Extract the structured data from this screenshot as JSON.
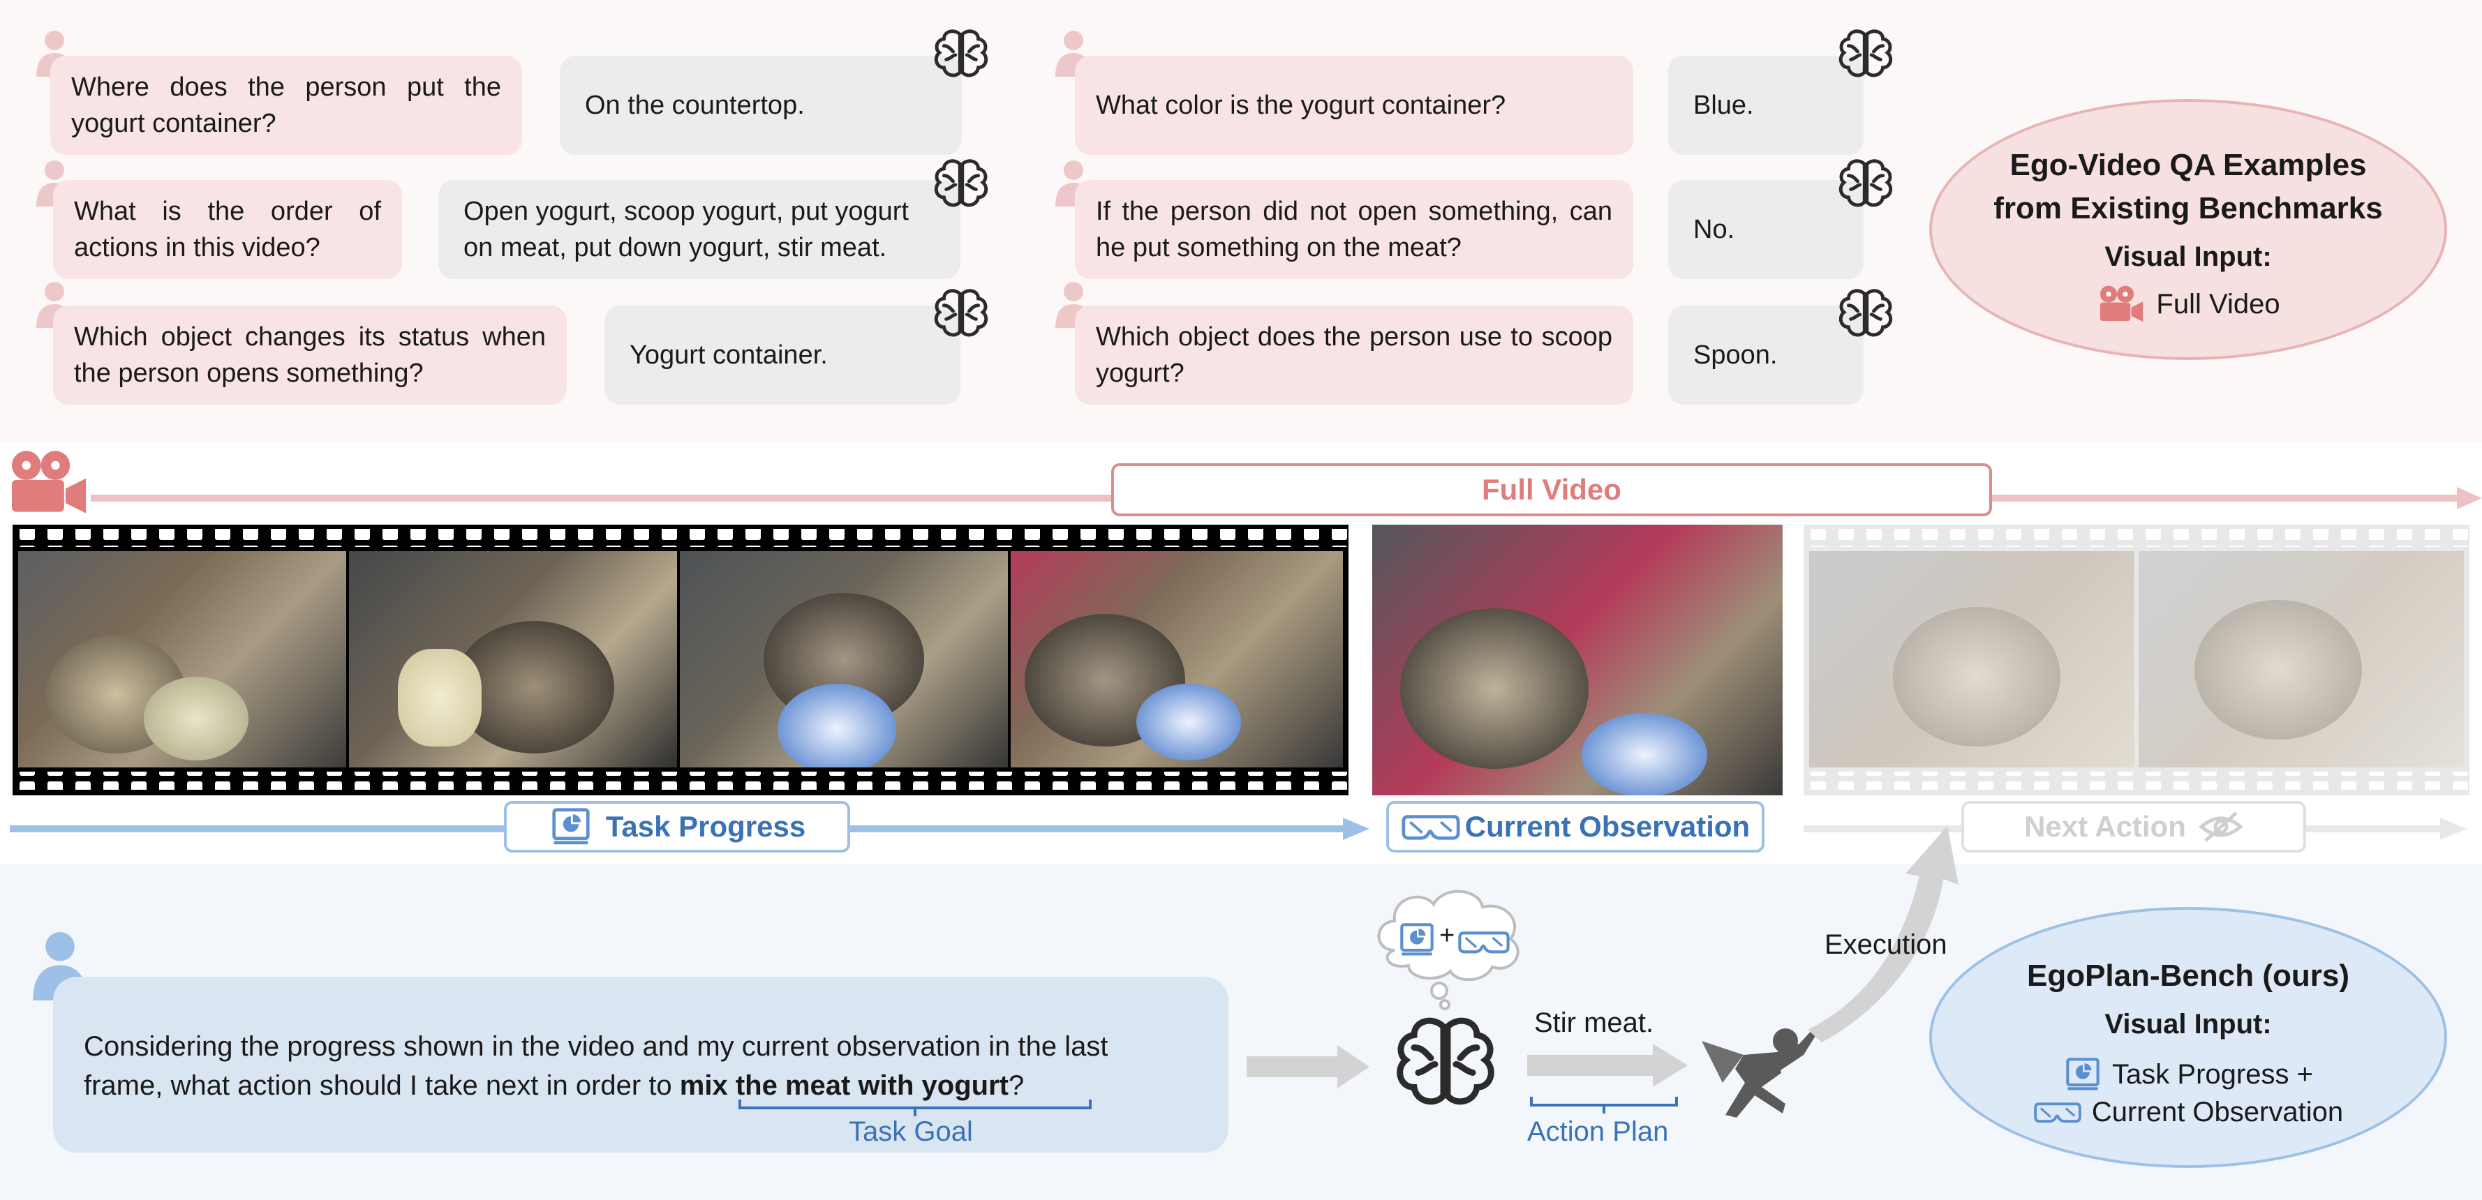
{
  "top_qa": {
    "left": [
      {
        "question": "Where does the person put the yogurt container?",
        "answer": "On the countertop."
      },
      {
        "question": "What is the order of actions in this video?",
        "answer": "Open yogurt, scoop yogurt, put yogurt on meat, put down yogurt, stir meat."
      },
      {
        "question": "Which object changes its status when the person opens something?",
        "answer": "Yogurt container."
      }
    ],
    "right": [
      {
        "question": "What color is the yogurt container?",
        "answer": "Blue."
      },
      {
        "question": "If the person did not open something, can he put something on the meat?",
        "answer": "No."
      },
      {
        "question": "Which object does the person use to scoop yogurt?",
        "answer": "Spoon."
      }
    ]
  },
  "existing": {
    "title_line1": "Ego-Video QA Examples",
    "title_line2": "from Existing Benchmarks",
    "visual_input_label": "Visual Input:",
    "visual_input_value": "Full Video"
  },
  "timeline": {
    "full_video_label": "Full Video",
    "task_progress_label": "Task Progress",
    "current_observation_label": "Current Observation",
    "next_action_label": "Next Action"
  },
  "query": {
    "line1": "Considering the progress shown in the video and my current observation in the last",
    "line2_prefix": "frame, what action should I take next in order to ",
    "goal": "mix the meat with yogurt",
    "line2_suffix": "?",
    "goal_label": "Task Goal"
  },
  "plan": {
    "output": "Stir meat.",
    "output_label": "Action Plan",
    "execution_label": "Execution",
    "plus": "+"
  },
  "egoplan": {
    "title": "EgoPlan-Bench (ours)",
    "visual_input_label": "Visual Input:",
    "line1": "Task Progress +",
    "line2": "Current Observation"
  },
  "colors": {
    "red_accent": "#e07c7c",
    "blue_accent": "#5b8fcf",
    "grey_accent": "#d0d0d0"
  },
  "icons": [
    "person-icon",
    "brain-icon",
    "camera-icon",
    "chart-icon",
    "vr-glasses-icon",
    "eye-slash-icon",
    "superhero-icon",
    "thought-cloud-icon"
  ]
}
